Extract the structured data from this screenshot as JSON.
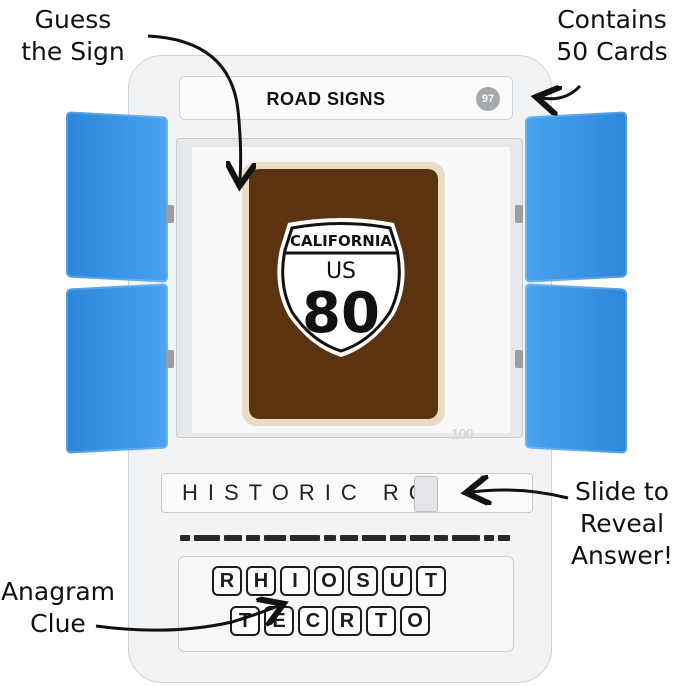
{
  "callouts": {
    "guess": "Guess\nthe Sign",
    "contains": "Contains\n50 Cards",
    "slide": "Slide to\nReveal\nAnswer!",
    "anagram": "Anagram\nClue"
  },
  "device": {
    "title": "ROAD SIGNS",
    "badge": "97",
    "logo": "100"
  },
  "card": {
    "shield_top": "CALIFORNIA",
    "shield_route_prefix": "US",
    "shield_number": "80"
  },
  "answer": {
    "visible_text": "HISTORIC RO"
  },
  "anagram": {
    "row1": [
      "R",
      "H",
      "I",
      "O",
      "S",
      "U",
      "T"
    ],
    "row2": [
      "T",
      "E",
      "C",
      "R",
      "T",
      "O"
    ]
  },
  "colors": {
    "door_blue": "#2f8fe4",
    "card_brown": "#5b3311",
    "card_border": "#e9dcc1",
    "device_body": "#f2f3f5"
  }
}
